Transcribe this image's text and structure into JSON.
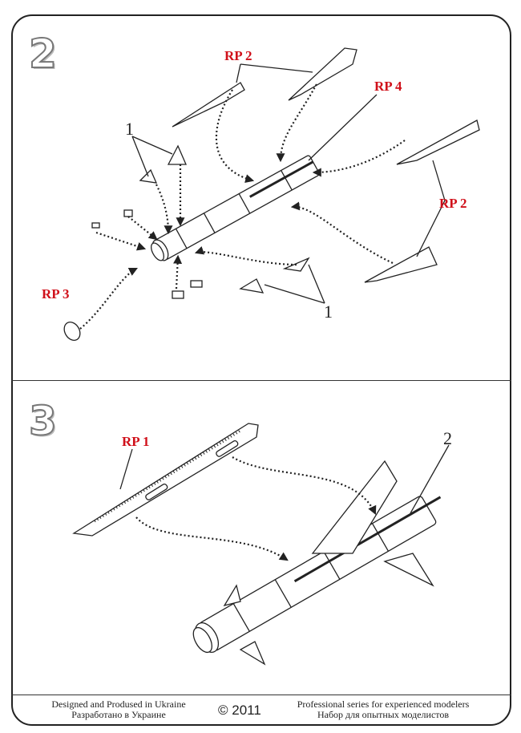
{
  "steps": [
    {
      "number": "2",
      "labels": {
        "rp2_top": "RP 2",
        "rp4": "RP 4",
        "rp2_right": "RP 2",
        "rp3": "RP 3",
        "part1_top": "1",
        "part1_bottom": "1"
      }
    },
    {
      "number": "3",
      "labels": {
        "rp1": "RP 1",
        "part2": "2"
      }
    }
  ],
  "footer": {
    "left_line1": "Designed and Prodused in Ukraine",
    "left_line2": "Разработано в Украине",
    "copyright": "© 2011",
    "right_line1": "Professional series for experienced modelers",
    "right_line2": "Набор для опытных моделистов"
  },
  "colors": {
    "label": "#d0101a",
    "line": "#222222"
  }
}
